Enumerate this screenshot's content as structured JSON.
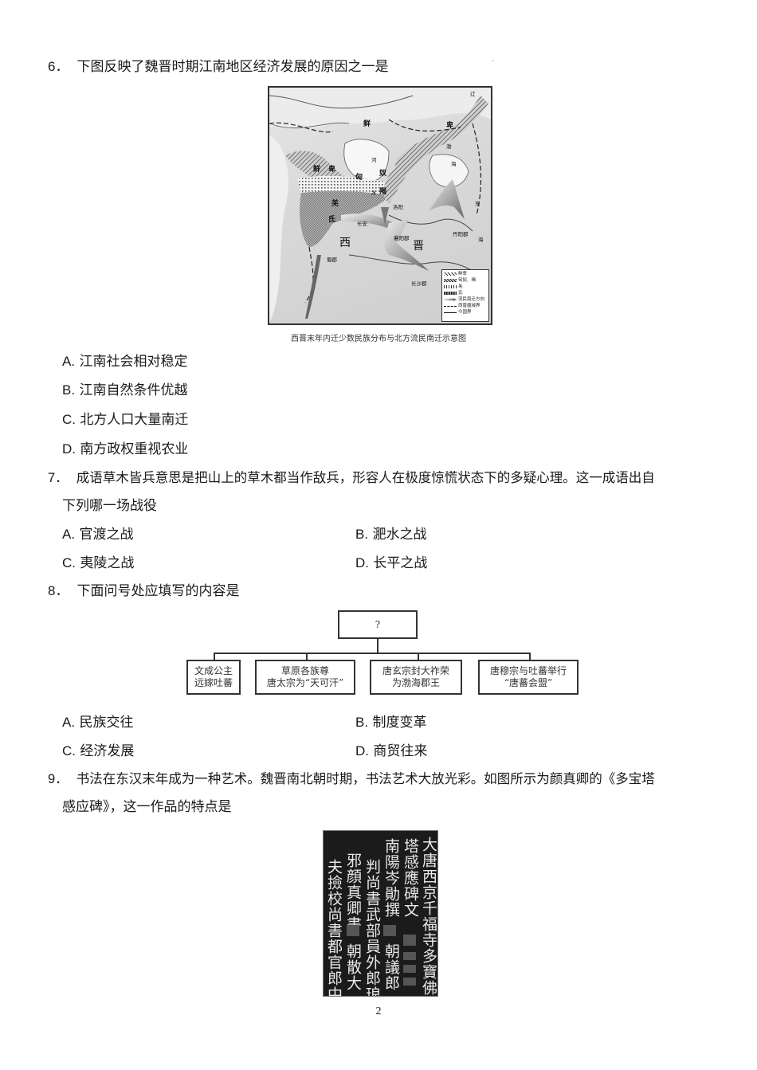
{
  "page_number": "2",
  "stray_mark": "-",
  "questions": [
    {
      "number": "6．",
      "stem": "下图反映了魏晋时期江南地区经济发展的原因之一是",
      "figure": {
        "caption": "西晋末年内迁少数民族分布与北方流民南迁示意图",
        "labels": {
          "xianbei_top": "鲜",
          "xianbei_top2": "卑",
          "xianbei_left1": "鲜",
          "xianbei_left2": "卑",
          "xiongnu1": "匈",
          "xiongnu2": "奴",
          "jie": "羯",
          "qiang": "羌",
          "di": "氐",
          "xi": "西",
          "jin": "晋",
          "luoyang": "洛阳",
          "changan": "长安",
          "xiangyang": "襄阳郡",
          "danyang": "丹阳郡",
          "shujun": "蜀郡",
          "changsha": "长沙郡",
          "bohai1": "渤",
          "bohai2": "海",
          "donghai1": "东",
          "donghai2": "海",
          "he_water": "水",
          "he": "河",
          "liao": "辽"
        },
        "legend": [
          {
            "pattern": "diagonal-light",
            "label": "鲜卑"
          },
          {
            "pattern": "diagonal-dense",
            "label": "匈奴、羯"
          },
          {
            "pattern": "dots",
            "label": "羌"
          },
          {
            "pattern": "checker",
            "label": "氐"
          },
          {
            "pattern": "arrow",
            "label": "流民南迁方向"
          },
          {
            "pattern": "dashed",
            "label": "西晋疆域界"
          },
          {
            "pattern": "solid",
            "label": "今国界"
          }
        ]
      },
      "options": [
        {
          "letter": "A.",
          "text": "江南社会相对稳定"
        },
        {
          "letter": "B.",
          "text": "江南自然条件优越"
        },
        {
          "letter": "C.",
          "text": "北方人口大量南迁"
        },
        {
          "letter": "D.",
          "text": "南方政权重视农业"
        }
      ]
    },
    {
      "number": "7．",
      "stem": "成语草木皆兵意思是把山上的草木都当作敌兵，形容人在极度惊慌状态下的多疑心理。这一成语出自",
      "stem_cont": "下列哪一场战役",
      "options": [
        {
          "letter": "A.",
          "text": "官渡之战"
        },
        {
          "letter": "B.",
          "text": "淝水之战"
        },
        {
          "letter": "C.",
          "text": "夷陵之战"
        },
        {
          "letter": "D.",
          "text": "长平之战"
        }
      ]
    },
    {
      "number": "8．",
      "stem": "下面问号处应填写的内容是",
      "diagram": {
        "root": "?",
        "children": [
          {
            "line1": "文成公主",
            "line2": "远嫁吐蕃"
          },
          {
            "line1": "草原各族尊",
            "line2": "唐太宗为“天可汗”"
          },
          {
            "line1": "唐玄宗封大祚荣",
            "line2": "为渤海郡王"
          },
          {
            "line1": "唐穆宗与吐蕃举行",
            "line2": "“唐蕃会盟”"
          }
        ]
      },
      "options": [
        {
          "letter": "A.",
          "text": "民族交往"
        },
        {
          "letter": "B.",
          "text": "制度变革"
        },
        {
          "letter": "C.",
          "text": "经济发展"
        },
        {
          "letter": "D.",
          "text": "商贸往来"
        }
      ]
    },
    {
      "number": "9．",
      "stem": "书法在东汉末年成为一种艺术。魏晋南北朝时期，书法艺术大放光彩。如图所示为颜真卿的《多宝塔",
      "stem_cont": "感应碑》，这一作品的特点是",
      "figure": {
        "columns": [
          "大唐西京千福寺多寶佛",
          "塔感應碑文",
          "南陽岑勛撰",
          "判尚書武部員外郎琅",
          "邪顔真卿書",
          "夫撿校尚書都官郎中"
        ],
        "columns_lower": [
          "朝議郎",
          "朝散大"
        ]
      }
    }
  ]
}
